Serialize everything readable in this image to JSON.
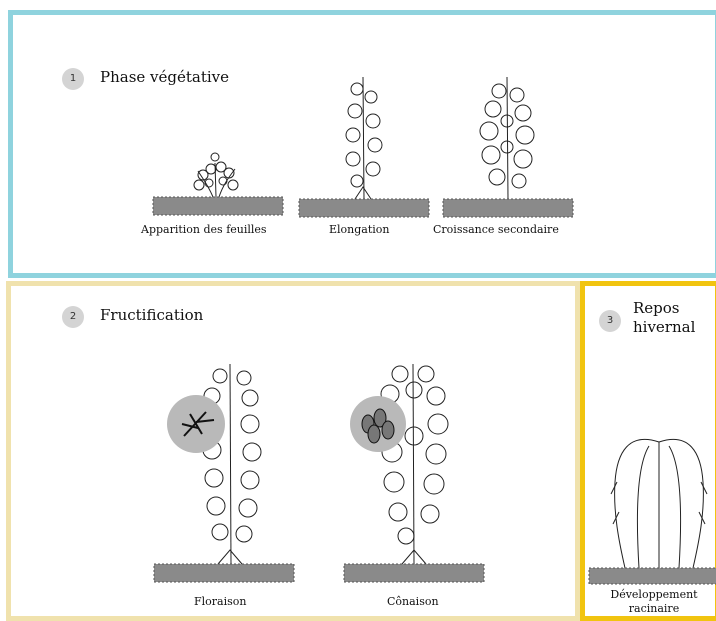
{
  "panels": [
    {
      "number": "1",
      "title": "Phase végétative",
      "stages": [
        "Apparition des feuilles",
        "Elongation",
        "Croissance secondaire"
      ]
    },
    {
      "number": "2",
      "title": "Fructification",
      "stages": [
        "Floraison",
        "Cônaison"
      ]
    },
    {
      "number": "3",
      "title": "Repos hivernal",
      "stages": [
        "Développement racinaire"
      ]
    }
  ],
  "colors": {
    "panel1_border": "#8fd3de",
    "panel2_border": "#f0e2ad",
    "panel3_border": "#f1c40f",
    "badge": "#d4d4d4",
    "highlight_circle": "#b9b9b9"
  }
}
